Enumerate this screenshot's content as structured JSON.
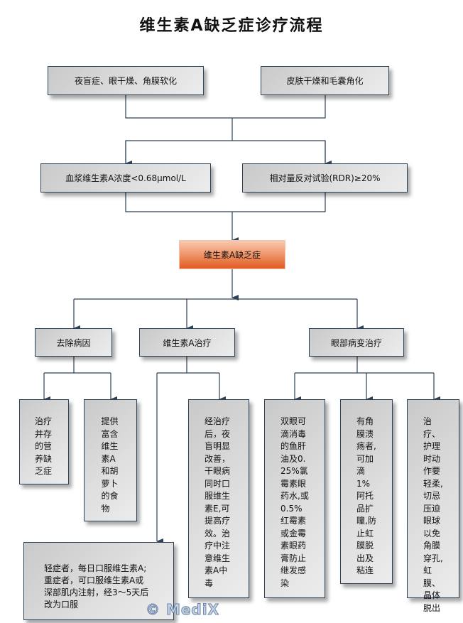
{
  "title": "维生素A缺乏症诊疗流程",
  "symptoms": [
    "夜盲症、眼干燥、角膜软化",
    "皮肤干燥和毛囊角化"
  ],
  "tests": [
    "血浆维生素A浓度<0.68μmol/L",
    "相对量反对试验(RDR)≥20%"
  ],
  "diagnosis": "维生素A缺乏症",
  "branches": [
    {
      "label": "去除病因",
      "children": [
        "治疗并存的营养缺乏症",
        "提供富含维生素A和胡萝卜的食物"
      ]
    },
    {
      "label": "维生素A治疗",
      "children": [
        "轻症者，每日口服维生素A;重症者，可口服维生素A或深部肌内注射，经3～5天后改为口服",
        "经治疗后，夜盲明显改善，干眼病同时口服维生素E,可提高疗效。治疗中注意维生素A中毒"
      ]
    },
    {
      "label": "眼部病变治疗",
      "children": [
        "双眼可滴消毒的鱼肝油及0.25%氯霉素眼药水,或0.5%红霉素或金霉素眼药膏防止继发感染",
        "有角膜溃疡者,可加滴1%阿托品扩瞳,防止虹膜脱出及粘连",
        "治疗、护理时动作要轻柔,切忌压迫眼球以免角膜穿孔,虹膜、晶体脱出"
      ]
    }
  ],
  "note_lines": [
    "轻症者，每日口服维生素A;",
    "重症者，可口服维生素A或",
    "深部肌内注射，经3～5天后",
    "改为口服"
  ],
  "watermark": "© MediX",
  "colors": {
    "line": "#2d4157",
    "box_border": "#2d4157",
    "diagnosis_top": "#f8c8b0",
    "diagnosis_bottom": "#e25a22"
  }
}
